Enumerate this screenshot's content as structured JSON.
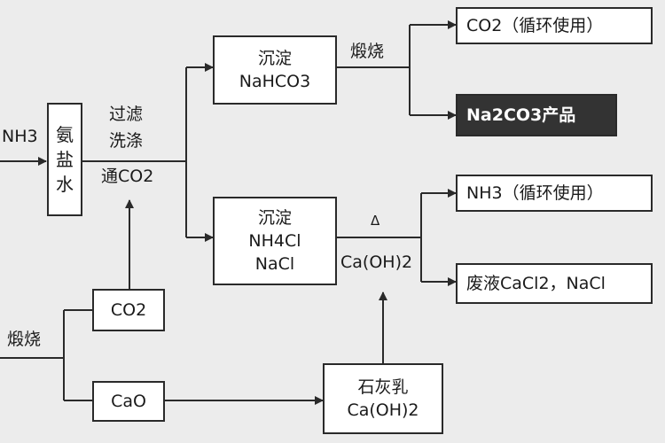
{
  "nodes": {
    "nh3_in": "NH3",
    "brine": [
      "氨",
      "盐",
      "水"
    ],
    "step_filter": [
      "过滤",
      "洗涤",
      "通CO2"
    ],
    "nahco3_box": [
      "沉淀",
      "NaHCO3"
    ],
    "calcine_top": "煅烧",
    "co2_out": "CO2（循环使用）",
    "na2co3_product": "Na2CO3产品",
    "nh4cl_box": [
      "沉淀",
      "NH4Cl",
      "NaCl"
    ],
    "heat_symbol": "Δ",
    "caoh2_label": "Ca(OH)2",
    "nh3_out": "NH3（循环使用）",
    "waste_out": "废液CaCl2，NaCl",
    "calcine_bottom": "煅烧",
    "co2_box": "CO2",
    "cao_box": "CaO",
    "lime_milk": [
      "石灰乳",
      "Ca(OH)2"
    ]
  },
  "colors": {
    "line": "#2a2a2a",
    "background": "#ececec",
    "box": "#ffffff",
    "product_box": "#333333"
  }
}
